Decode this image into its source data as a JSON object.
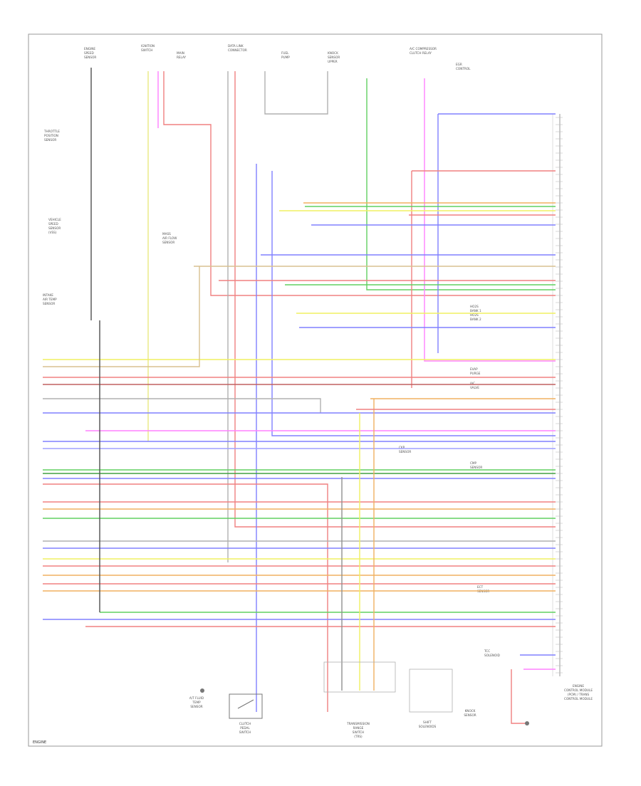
{
  "diagram": {
    "figure_id": "ENGINE",
    "pcm_caption": [
      "ENGINE",
      "CONTROL MODULE",
      "(PCM) / TRANS",
      "CONTROL MODULE"
    ],
    "top_components": [
      [
        "ENGINE",
        "SPEED",
        "SENSOR"
      ],
      [
        "IGNITION",
        "SWITCH"
      ],
      [
        "MAIN",
        "RELAY"
      ],
      [
        "DATA LINK",
        "CONNECTOR"
      ],
      [
        "FUEL",
        "PUMP"
      ],
      [
        "KNOCK",
        "SENSOR",
        "UPPER"
      ],
      [
        "A/C COMPRESSOR",
        "CLUTCH RELAY"
      ],
      [
        "EGR",
        "CONTROL"
      ]
    ],
    "left_components": [
      [
        "THROTTLE",
        "POSITION",
        "SENSOR"
      ],
      [
        "VEHICLE",
        "SPEED",
        "SENSOR",
        "(VSS)"
      ],
      [
        "MASS",
        "AIR FLOW",
        "SENSOR"
      ],
      [
        "INTAKE",
        "AIR TEMP",
        "SENSOR"
      ]
    ],
    "bottom_components": [
      [
        "CLUTCH",
        "PEDAL",
        "SWITCH"
      ],
      [
        "TRANSMISSION",
        "RANGE",
        "SWITCH",
        "(TRS)"
      ],
      [
        "SHIFT",
        "SOLENOIDS"
      ],
      [
        "A/T FLUID",
        "TEMP",
        "SENSOR"
      ],
      [
        "KNOCK",
        "SENSOR"
      ]
    ],
    "right_notes": [
      [
        "HO2S",
        "BANK 1"
      ],
      [
        "HO2S",
        "BANK 2"
      ],
      [
        "EVAP",
        "PURGE"
      ],
      [
        "IAC",
        "VALVE"
      ],
      [
        "CKP",
        "SENSOR"
      ],
      [
        "CMP",
        "SENSOR"
      ],
      [
        "ECT",
        "SENSOR"
      ],
      [
        "TCC",
        "SOLENOID"
      ]
    ],
    "colors": {
      "red": "#f08080",
      "pink": "#ff80ff",
      "blue": "#8080ff",
      "green": "#60d060",
      "yellow": "#f0f060",
      "orange": "#f0b060",
      "tan": "#d8c090",
      "gray": "#b0b0b0",
      "dark": "#505050"
    }
  }
}
